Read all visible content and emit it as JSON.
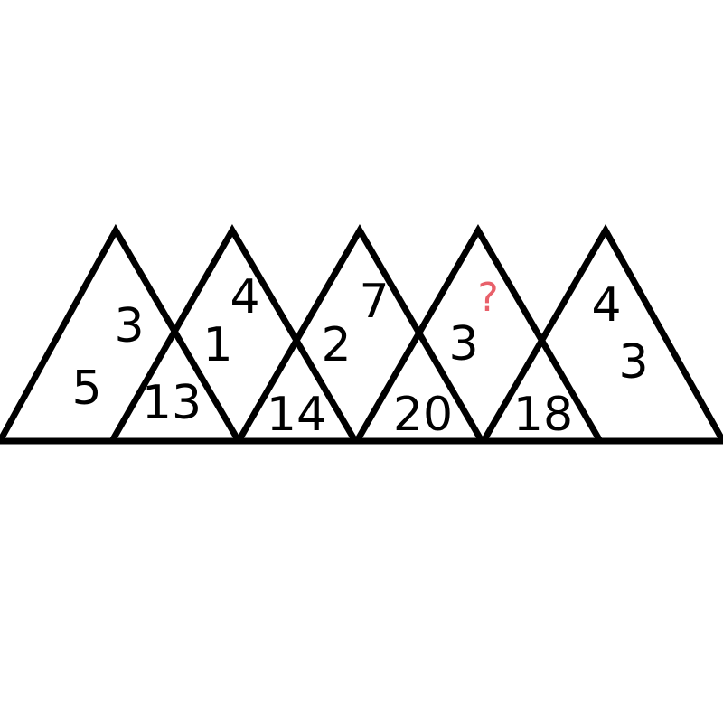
{
  "colors": {
    "stroke": "#000000",
    "text": "#000000",
    "unknown": "#e8606a",
    "background": "#ffffff"
  },
  "labels": {
    "t1_upper": "3",
    "t1_lower": "5",
    "t1_t2_bottom": "13",
    "t2_top": "4",
    "t2_middle": "1",
    "t2_t3_bottom": "14",
    "t3_top": "7",
    "t3_middle": "2",
    "t3_t4_bottom": "20",
    "t4_top": "?",
    "t4_middle": "3",
    "t4_t5_bottom": "18",
    "t5_top": "4",
    "t5_middle": "3"
  }
}
